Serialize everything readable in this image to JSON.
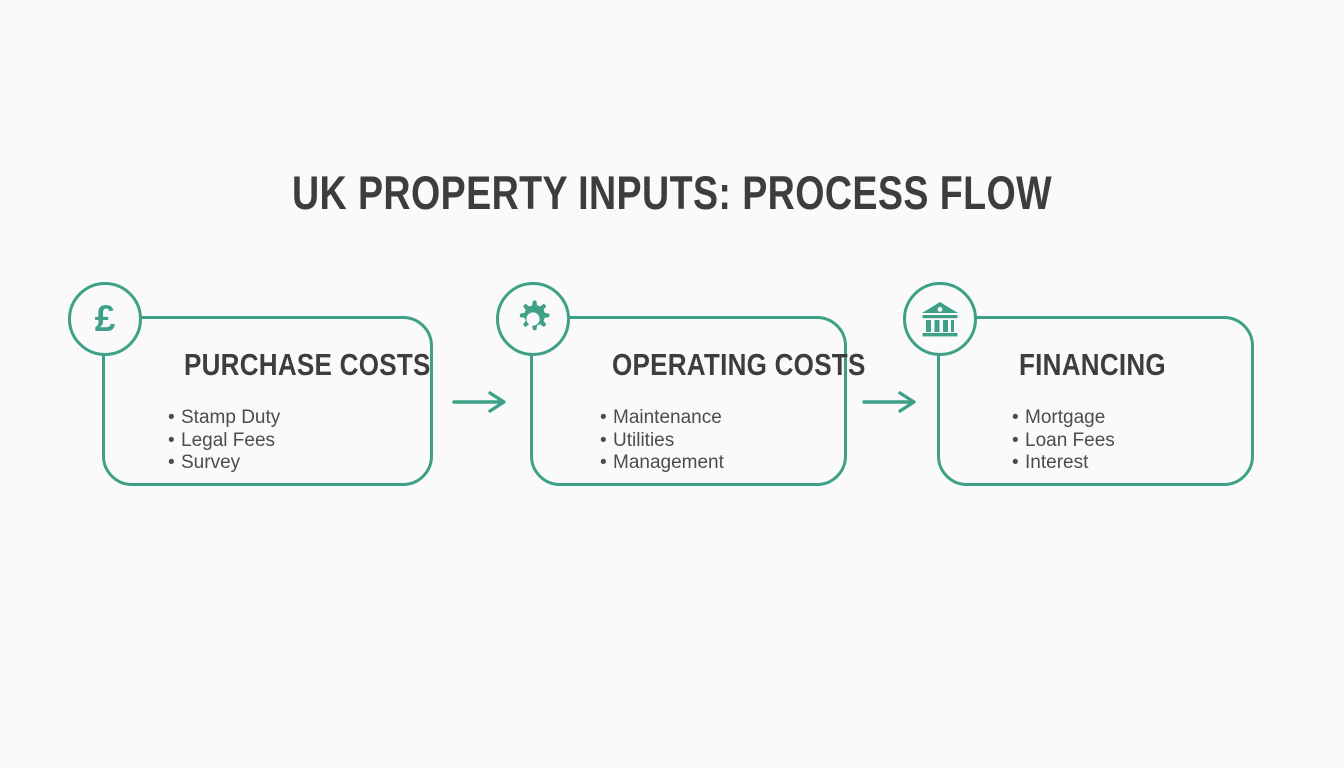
{
  "title": "UK Property Inputs: Process Flow",
  "colors": {
    "accent": "#3DA087",
    "title_text": "#3D3D3D",
    "body_text": "#4C4C4C",
    "background": "#FAFAFA"
  },
  "steps": [
    {
      "icon": "pound-sterling-icon",
      "icon_glyph": "£",
      "heading": "Purchase Costs",
      "items": [
        "Stamp Duty",
        "Legal Fees",
        "Survey"
      ]
    },
    {
      "icon": "gear-icon",
      "heading": "Operating Costs",
      "items": [
        "Maintenance",
        "Utilities",
        "Management"
      ]
    },
    {
      "icon": "bank-icon",
      "heading": "Financing",
      "items": [
        "Mortgage",
        "Loan Fees",
        "Interest"
      ]
    }
  ],
  "connectors": [
    {
      "icon": "arrow-right-icon"
    },
    {
      "icon": "arrow-right-icon"
    }
  ]
}
